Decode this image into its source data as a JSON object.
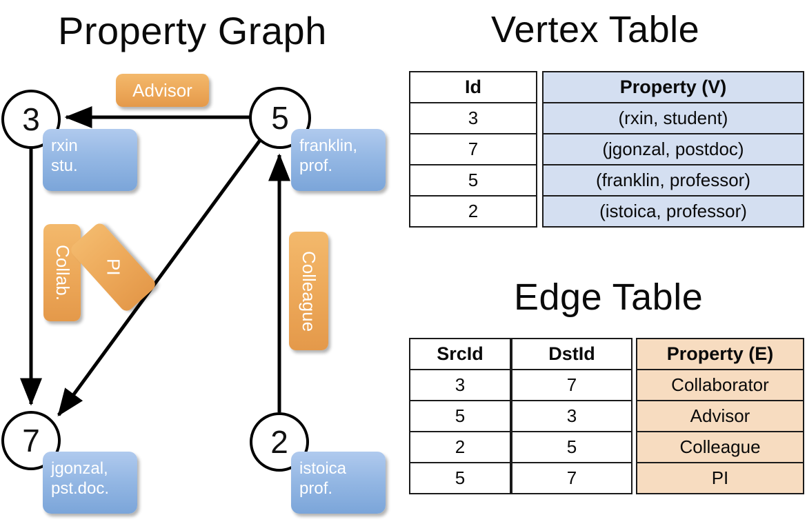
{
  "titles": {
    "property_graph": "Property Graph",
    "vertex_table": "Vertex Table",
    "edge_table": "Edge Table"
  },
  "colors": {
    "vertex_table_fill": "#d4dff1",
    "edge_table_fill": "#f7dcc0",
    "property_box_blue": "#95b8e4",
    "edge_label_orange": "#eda95a",
    "stroke": "#000000"
  },
  "graph": {
    "nodes": [
      {
        "id": "3",
        "label": "3",
        "property_lines": [
          "rxin",
          "stu."
        ]
      },
      {
        "id": "5",
        "label": "5",
        "property_lines": [
          "franklin,",
          "prof."
        ]
      },
      {
        "id": "7",
        "label": "7",
        "property_lines": [
          "jgonzal,",
          "pst.doc."
        ]
      },
      {
        "id": "2",
        "label": "2",
        "property_lines": [
          "istoica",
          "prof."
        ]
      }
    ],
    "edge_labels": [
      {
        "name": "advisor",
        "text": "Advisor"
      },
      {
        "name": "collab",
        "text": "Collab."
      },
      {
        "name": "pi",
        "text": "PI"
      },
      {
        "name": "colleague",
        "text": "Colleague"
      }
    ],
    "edges": [
      {
        "src": "5",
        "dst": "3",
        "label": "Advisor"
      },
      {
        "src": "3",
        "dst": "7",
        "label": "Collab."
      },
      {
        "src": "5",
        "dst": "7",
        "label": "PI"
      },
      {
        "src": "2",
        "dst": "5",
        "label": "Colleague"
      }
    ]
  },
  "vertex_table": {
    "columns": [
      "Id",
      "Property (V)"
    ],
    "rows": [
      {
        "id": "3",
        "property": "(rxin, student)"
      },
      {
        "id": "7",
        "property": "(jgonzal, postdoc)"
      },
      {
        "id": "5",
        "property": "(franklin, professor)"
      },
      {
        "id": "2",
        "property": "(istoica, professor)"
      }
    ]
  },
  "edge_table": {
    "columns": [
      "SrcId",
      "DstId",
      "Property (E)"
    ],
    "rows": [
      {
        "src": "3",
        "dst": "7",
        "property": "Collaborator"
      },
      {
        "src": "5",
        "dst": "3",
        "property": "Advisor"
      },
      {
        "src": "2",
        "dst": "5",
        "property": "Colleague"
      },
      {
        "src": "5",
        "dst": "7",
        "property": "PI"
      }
    ]
  }
}
